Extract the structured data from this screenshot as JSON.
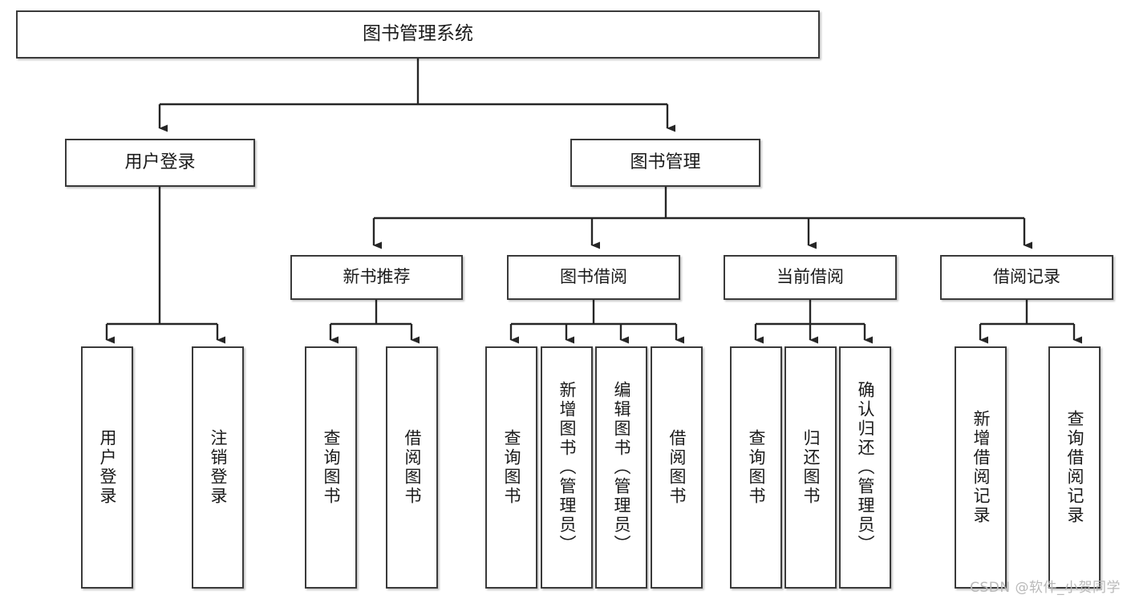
{
  "diagram": {
    "title": "图书管理系统",
    "watermark": "CSDN @软件_小贺同学",
    "colors": {
      "background": "#ffffff",
      "box_border": "#3a3a3a",
      "box_fill": "#ffffff",
      "text": "#1a1a1a",
      "connector": "#262626",
      "watermark": "#b9b9b9"
    },
    "nodes": {
      "root": "图书管理系统",
      "level2": {
        "user_login": "用户登录",
        "book_manage": "图书管理"
      },
      "level3": {
        "new_book_rec": "新书推荐",
        "book_borrow": "图书借阅",
        "current_borrow": "当前借阅",
        "borrow_record": "借阅记录"
      },
      "leaves": {
        "user_login_1": "用户登录",
        "user_login_2": "注销登录",
        "new_book_rec_1": "查询图书",
        "new_book_rec_2": "借阅图书",
        "book_borrow_1": "查询图书",
        "book_borrow_2": "新增图书（管理员）",
        "book_borrow_3": "编辑图书（管理员）",
        "book_borrow_4": "借阅图书",
        "current_borrow_1": "查询图书",
        "current_borrow_2": "归还图书",
        "current_borrow_3": "确认归还（管理员）",
        "borrow_record_1": "新增借阅记录",
        "borrow_record_2": "查询借阅记录"
      }
    }
  }
}
